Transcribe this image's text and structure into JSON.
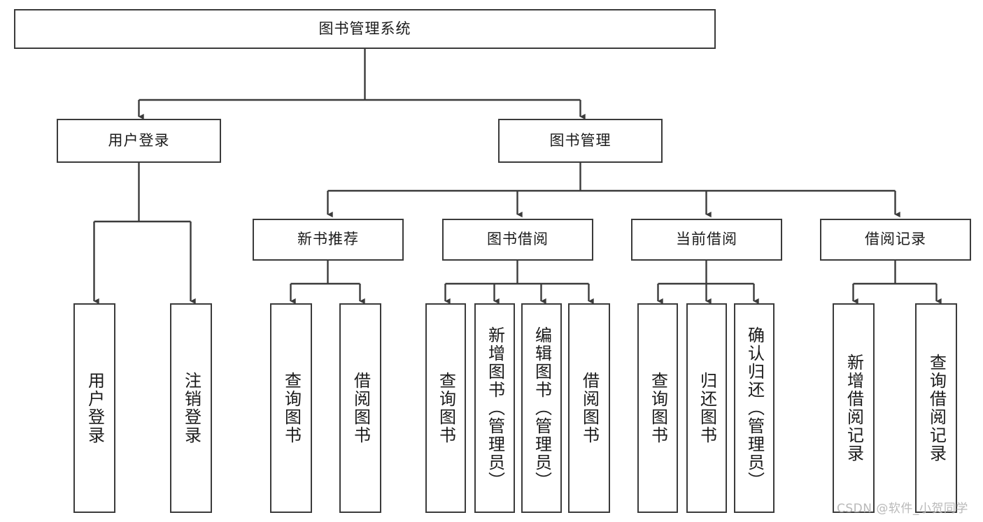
{
  "diagram": {
    "title": "图书管理系统",
    "type": "tree-hierarchy",
    "theme": {
      "border_color": "#3b3b3b",
      "background": "#ffffff",
      "text_color": "#1b1b1b",
      "watermark_color": "#b9b9b9"
    },
    "root": {
      "label": "图书管理系统"
    },
    "level2": [
      {
        "label": "用户登录"
      },
      {
        "label": "图书管理"
      }
    ],
    "level3": [
      {
        "label": "新书推荐"
      },
      {
        "label": "图书借阅"
      },
      {
        "label": "当前借阅"
      },
      {
        "label": "借阅记录"
      }
    ],
    "leaves": {
      "user_login": [
        {
          "label": "用户登录"
        },
        {
          "label": "注销登录"
        }
      ],
      "new_book_recommend": [
        {
          "label": "查询图书"
        },
        {
          "label": "借阅图书"
        }
      ],
      "book_borrow": [
        {
          "label": "查询图书"
        },
        {
          "label": "新增图书（管理员）"
        },
        {
          "label": "编辑图书（管理员）"
        },
        {
          "label": "借阅图书"
        }
      ],
      "current_borrow": [
        {
          "label": "查询图书"
        },
        {
          "label": "归还图书"
        },
        {
          "label": "确认归还（管理员）"
        }
      ],
      "borrow_record": [
        {
          "label": "新增借阅记录"
        },
        {
          "label": "查询借阅记录"
        }
      ]
    }
  },
  "watermark": {
    "text": "CSDN @软件_小贺同学"
  }
}
